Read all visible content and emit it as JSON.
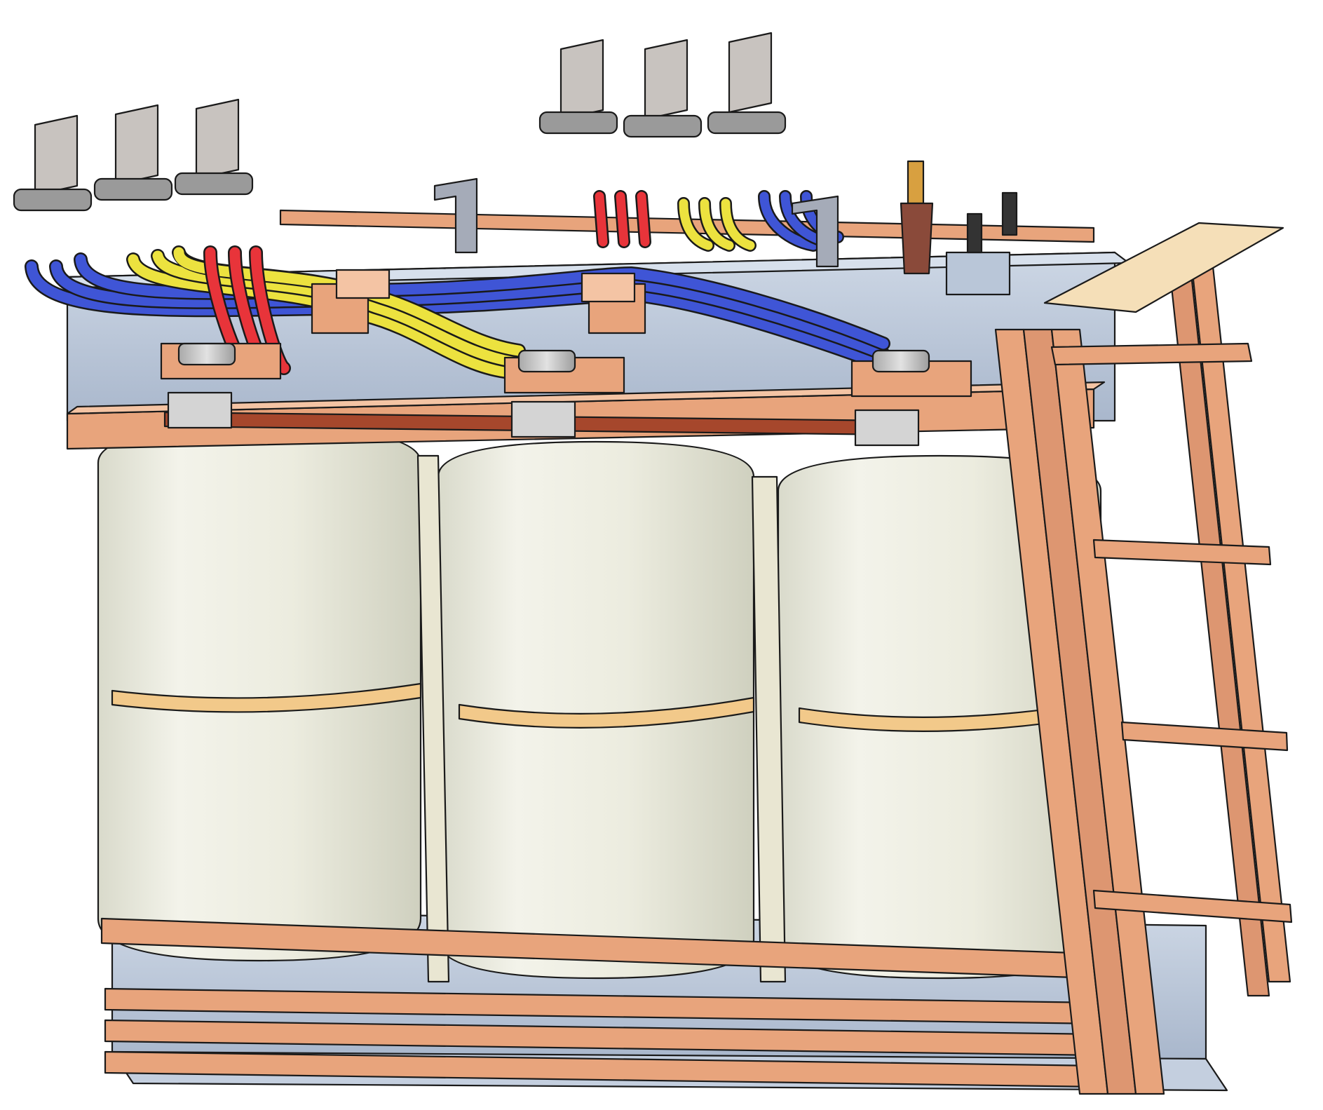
{
  "colors": {
    "background": "#ffffff",
    "steel": "#b9c6d8",
    "steel_dark": "#93a3bb",
    "steel_light": "#d7e0ec",
    "wood": "#e8a47c",
    "wood_dark": "#c9805a",
    "wood_light": "#f4c4a4",
    "coil": "#ebebdf",
    "coil_shadow": "#d5d6c5",
    "coil_band": "#f2c98a",
    "busbar": "#a6472c",
    "board": "#f5dfb8",
    "cable_blue": "#3f55d6",
    "cable_yellow": "#ece23f",
    "cable_red": "#e8343a",
    "lug": "#c4c4c4",
    "bushing": "#8a4a3a"
  },
  "components": {
    "low_voltage_terminals": "left-group-3-flags",
    "high_voltage_terminals": "right-group-3-flags",
    "coils": 3,
    "cable_phases": [
      "blue",
      "yellow",
      "red"
    ]
  }
}
